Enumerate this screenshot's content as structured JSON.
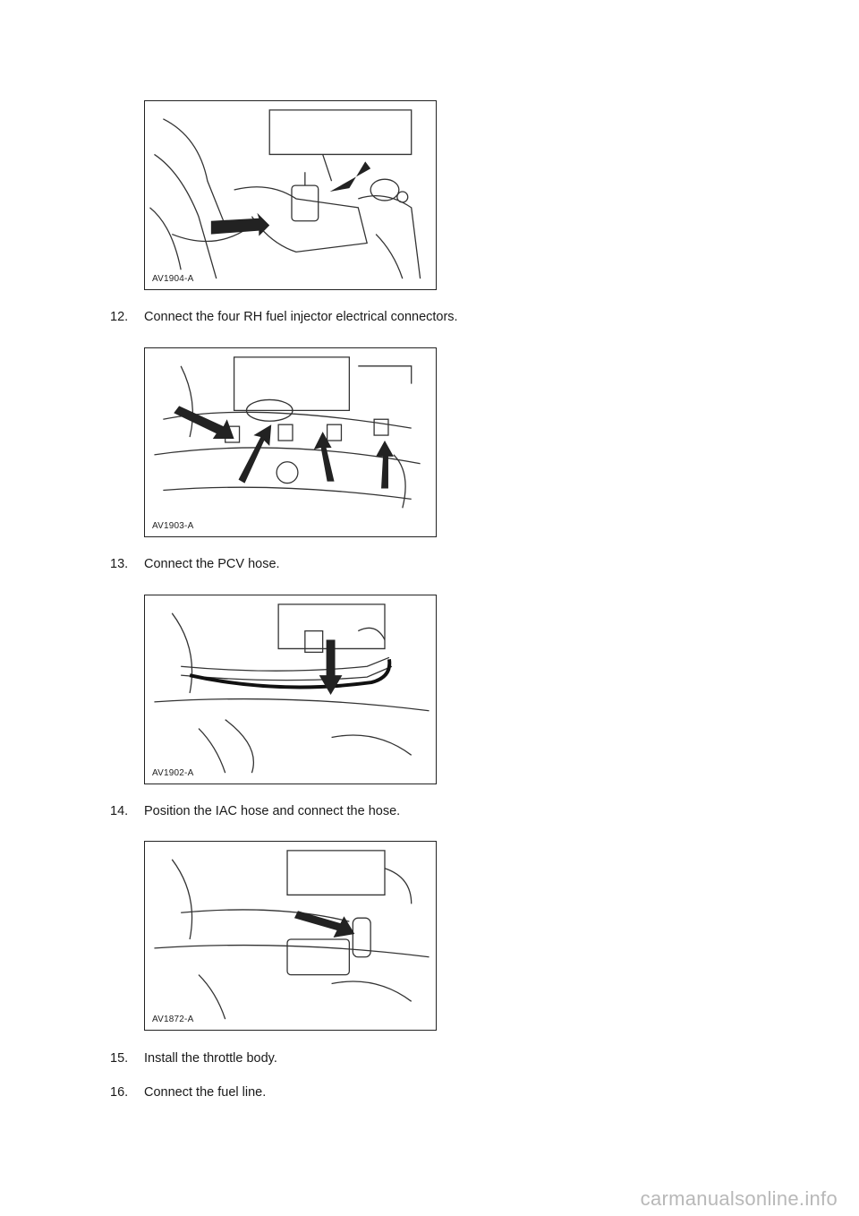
{
  "figures": [
    {
      "code": "AV1904-A"
    },
    {
      "code": "AV1903-A"
    },
    {
      "code": "AV1902-A"
    },
    {
      "code": "AV1872-A"
    }
  ],
  "steps": [
    {
      "num": "12.",
      "text": "Connect the four RH fuel injector electrical connectors."
    },
    {
      "num": "13.",
      "text": "Connect the PCV hose."
    },
    {
      "num": "14.",
      "text": "Position the IAC hose and connect the hose."
    },
    {
      "num": "15.",
      "text": "Install the throttle body."
    },
    {
      "num": "16.",
      "text": "Connect the fuel line."
    }
  ],
  "watermark": "carmanualsonline.info"
}
